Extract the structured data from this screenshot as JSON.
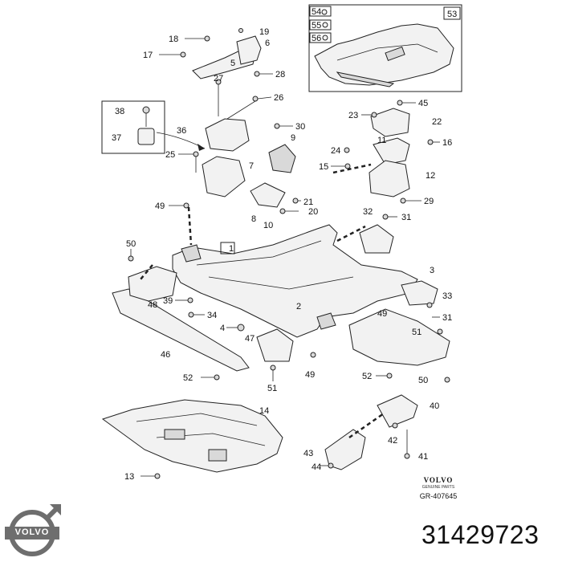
{
  "part_number": "31429723",
  "brand": {
    "wordmark": "VOLVO",
    "subtitle": "GENUINE PARTS",
    "reference_code": "GR-407645"
  },
  "logo": {
    "text": "VOLVO",
    "icon": "volvo-iron-mark-icon",
    "color": "#6e6e6e"
  },
  "callouts": [
    "1",
    "2",
    "3",
    "4",
    "5",
    "6",
    "7",
    "8",
    "9",
    "10",
    "11",
    "12",
    "13",
    "14",
    "15",
    "16",
    "17",
    "18",
    "19",
    "20",
    "21",
    "22",
    "23",
    "24",
    "25",
    "26",
    "27",
    "28",
    "29",
    "30",
    "31",
    "32",
    "33",
    "34",
    "36",
    "37",
    "38",
    "39",
    "40",
    "41",
    "42",
    "43",
    "44",
    "45",
    "46",
    "47",
    "48",
    "49",
    "50",
    "51",
    "52",
    "53",
    "54",
    "55",
    "56"
  ],
  "inset_legend": [
    "54",
    "55",
    "56"
  ],
  "inset_label": "53",
  "frame_label": "1"
}
